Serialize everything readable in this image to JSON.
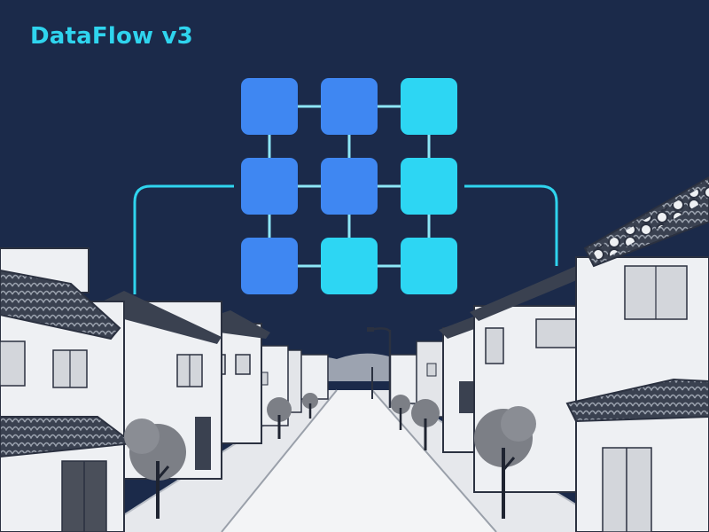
{
  "header": {
    "title": "DataFlow v3"
  },
  "colors": {
    "sky": "#1b2a4a",
    "title": "#2fd4ee",
    "node_blue": "#3f87f2",
    "node_cyan": "#2dd6f3",
    "connector": "#2fd4ee",
    "link": "#8ee6f6",
    "building_light": "#eef0f3",
    "building_shade": "#d3d6db",
    "outline": "#2b3140",
    "roof_tile": "#3a4150",
    "tree": "#7c7f86",
    "road": "#f3f4f6"
  },
  "icons": {
    "network": "node-grid-icon"
  },
  "network": {
    "rows": [
      [
        "blue",
        "blue",
        "cyan"
      ],
      [
        "blue",
        "blue",
        "cyan"
      ],
      [
        "blue",
        "cyan",
        "cyan"
      ]
    ]
  }
}
